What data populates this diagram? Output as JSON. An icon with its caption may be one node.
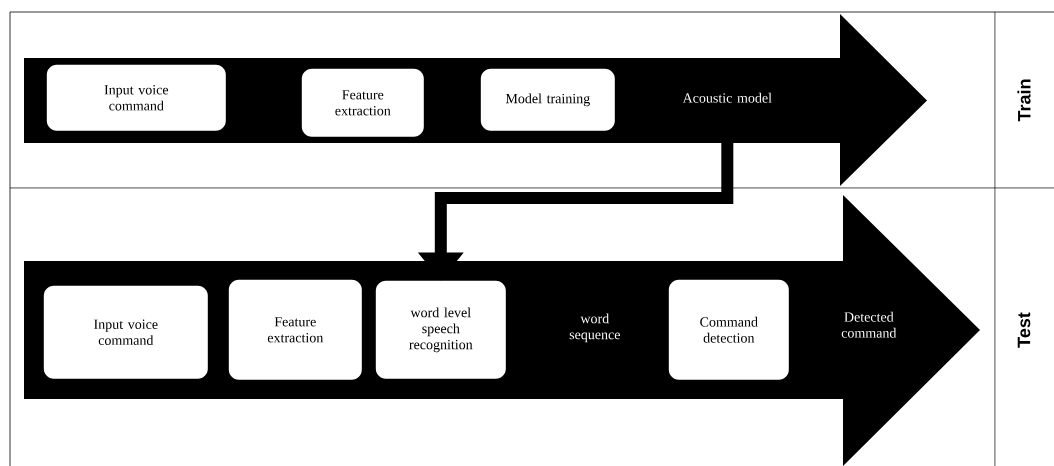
{
  "diagram": {
    "nodes": [
      {
        "text": [],
        "shape": "arrow"
      },
      {
        "text": [
          "Input voice command"
        ],
        "in": 0
      },
      {
        "text": [
          "Feature extraction"
        ],
        "in": 0
      },
      {
        "text": [
          "Model training"
        ],
        "in": 0
      },
      {
        "text": [
          "Acoustic model"
        ],
        "in": 0
      },
      {
        "text": [],
        "shape": "arrow"
      },
      {
        "text": [
          "Input voice command"
        ],
        "in": 5
      },
      {
        "text": [
          "Feature extraction"
        ],
        "in": 5
      },
      {
        "text": [
          "word level speech recognition"
        ],
        "in": 5
      },
      {
        "text": [
          "word sequence"
        ],
        "in": 5
      },
      {
        "text": [
          "Command detection"
        ],
        "in": 5
      },
      {
        "text": [
          "Detected command"
        ],
        "in": 5
      }
    ],
    "edges": [
      {
        "from": 4,
        "to": 8,
        "arrow": "to"
      }
    ],
    "labels": [
      "Train",
      "Test"
    ]
  }
}
